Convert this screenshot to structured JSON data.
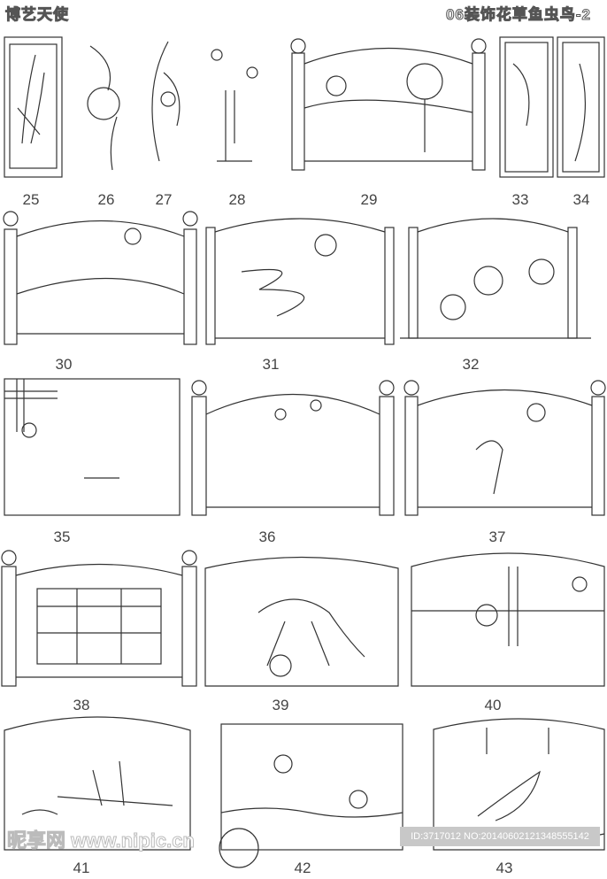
{
  "header": {
    "left_title": "博艺天使",
    "right_title": "06装饰花草鱼虫鸟-2"
  },
  "panels": [
    {
      "id": "25"
    },
    {
      "id": "26"
    },
    {
      "id": "27"
    },
    {
      "id": "28"
    },
    {
      "id": "29"
    },
    {
      "id": "33"
    },
    {
      "id": "34"
    },
    {
      "id": "30"
    },
    {
      "id": "31"
    },
    {
      "id": "32"
    },
    {
      "id": "35"
    },
    {
      "id": "36"
    },
    {
      "id": "37"
    },
    {
      "id": "38"
    },
    {
      "id": "39"
    },
    {
      "id": "40"
    },
    {
      "id": "41"
    },
    {
      "id": "42"
    },
    {
      "id": "43"
    }
  ],
  "watermark": {
    "site": "昵享网 www.nipic.cn",
    "id_text": "ID:3717012 NO:20140602121348555142"
  }
}
